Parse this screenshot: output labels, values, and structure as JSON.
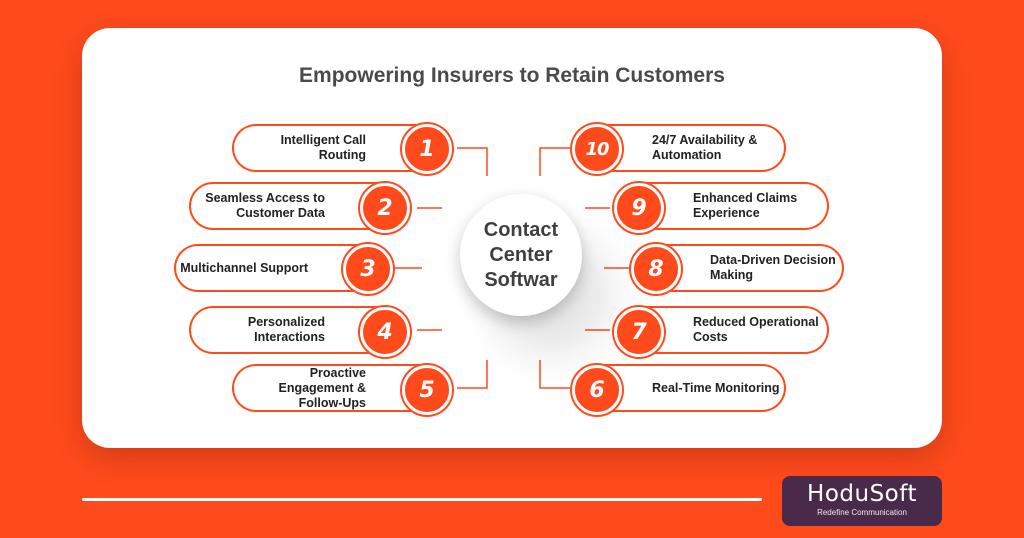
{
  "title": "Empowering Insurers to Retain Customers",
  "center": {
    "line1": "Contact",
    "line2": "Center",
    "line3": "Softwar"
  },
  "left_items": [
    {
      "num": "1",
      "label": "Intelligent Call Routing"
    },
    {
      "num": "2",
      "label": "Seamless Access to Customer Data"
    },
    {
      "num": "3",
      "label": "Multichannel Support"
    },
    {
      "num": "4",
      "label": "Personalized Interactions"
    },
    {
      "num": "5",
      "label": "Proactive Engagement & Follow-Ups"
    }
  ],
  "right_items": [
    {
      "num": "10",
      "label": "24/7 Availability & Automation"
    },
    {
      "num": "9",
      "label": "Enhanced Claims Experience"
    },
    {
      "num": "8",
      "label": "Data-Driven Decision Making"
    },
    {
      "num": "7",
      "label": "Reduced Operational Costs"
    },
    {
      "num": "6",
      "label": "Real-Time Monitoring"
    }
  ],
  "brand": {
    "name": "HoduSoft",
    "tagline": "Redefine Communication"
  },
  "colors": {
    "accent": "#ff4a1c",
    "logo_bg": "#4a2a4a"
  }
}
